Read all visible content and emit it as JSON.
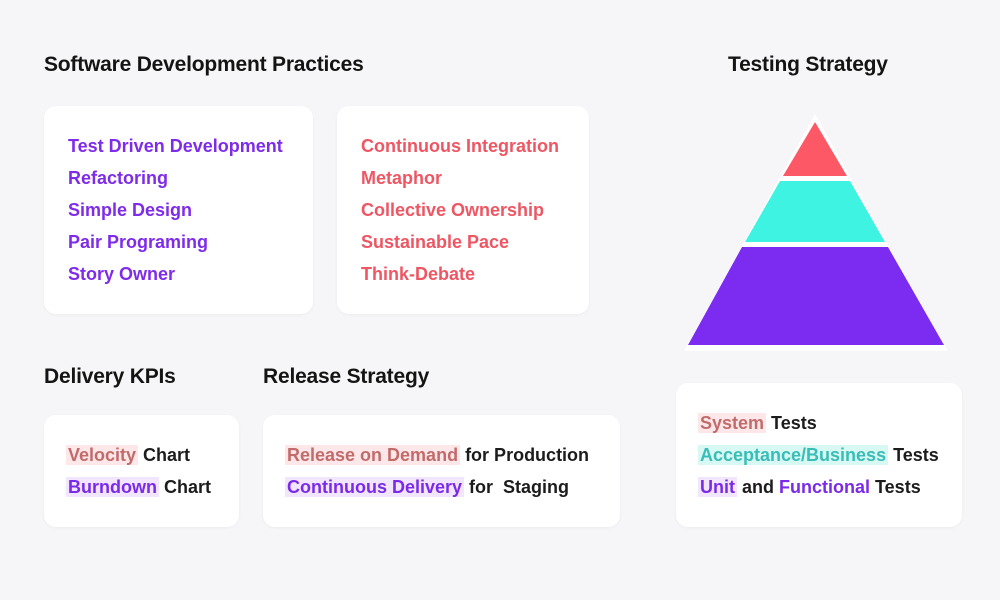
{
  "headings": {
    "practices": "Software Development Practices",
    "testing": "Testing Strategy",
    "kpis": "Delivery KPIs",
    "release": "Release Strategy"
  },
  "practices_left": [
    "Test Driven Development",
    "Refactoring",
    "Simple Design",
    "Pair Programing",
    "Story Owner"
  ],
  "practices_right": [
    "Continuous Integration",
    "Metaphor",
    "Collective Ownership",
    "Sustainable Pace",
    "Think-Debate"
  ],
  "kpis": [
    {
      "highlight": "Velocity",
      "rest": "Chart"
    },
    {
      "highlight": "Burndown",
      "rest": "Chart"
    }
  ],
  "release": [
    {
      "highlight": "Release on Demand",
      "rest": "for Production"
    },
    {
      "highlight": "Continuous Delivery",
      "rest": "for  Staging"
    }
  ],
  "tests": {
    "row1": {
      "highlight": "System",
      "rest": "Tests"
    },
    "row2": {
      "highlight": "Acceptance/Business",
      "rest": "Tests"
    },
    "row3": {
      "highlight1": "Unit",
      "middle": "and",
      "highlight2": "Functional",
      "rest": "Tests"
    }
  },
  "colors": {
    "purple": "#7e2bea",
    "coral": "#ee5663",
    "cyan": "#3ff2e0",
    "pyramid_top": "#fd5866",
    "pyramid_mid": "#3ef3e1",
    "pyramid_base": "#7b2cf0"
  }
}
